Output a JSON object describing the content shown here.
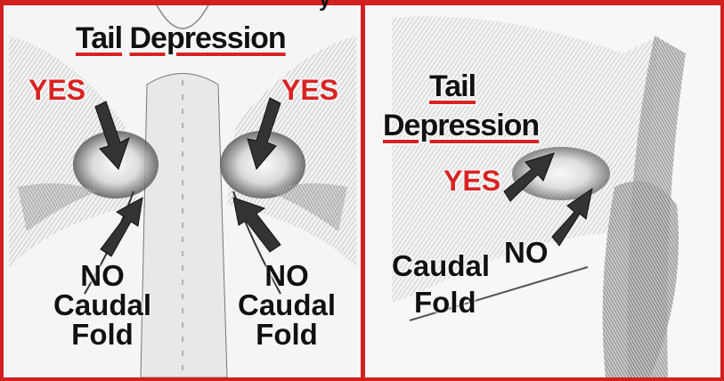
{
  "top_glyph": "y",
  "left_panel": {
    "title_word1": "Tail",
    "title_word2": "Depression",
    "yes_left": "YES",
    "yes_right": "YES",
    "no_left": [
      "NO",
      "Caudal",
      "Fold"
    ],
    "no_right": [
      "NO",
      "Caudal",
      "Fold"
    ]
  },
  "right_panel": {
    "title_line1": "Tail",
    "title_line2": "Depression",
    "yes": "YES",
    "no": "NO",
    "caudal": "Caudal",
    "fold": "Fold"
  },
  "colors": {
    "accent_red": "#d21f1f",
    "arrow": "#333333"
  }
}
